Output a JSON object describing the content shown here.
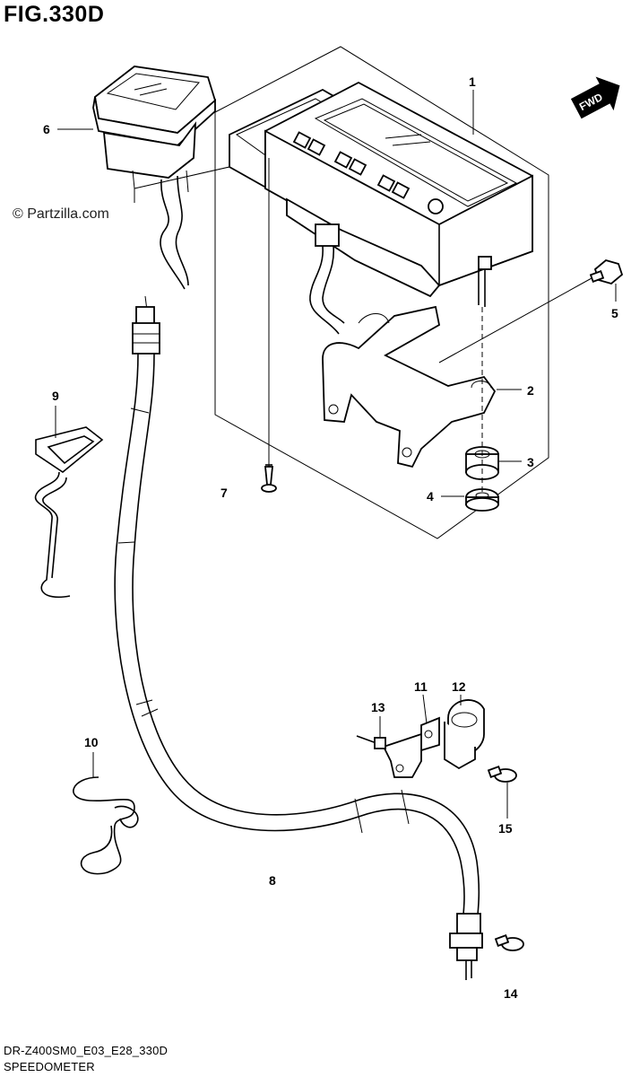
{
  "figure": {
    "title": "FIG.330D",
    "watermark": "© Partzilla.com",
    "footer_code": "DR-Z400SM0_E03_E28_330D",
    "footer_name": "SPEEDOMETER",
    "direction_label": "FWD"
  },
  "callouts": [
    {
      "id": "c1",
      "label": "1"
    },
    {
      "id": "c2",
      "label": "2"
    },
    {
      "id": "c3",
      "label": "3"
    },
    {
      "id": "c4",
      "label": "4"
    },
    {
      "id": "c5",
      "label": "5"
    },
    {
      "id": "c6",
      "label": "6"
    },
    {
      "id": "c7",
      "label": "7"
    },
    {
      "id": "c8",
      "label": "8"
    },
    {
      "id": "c9",
      "label": "9"
    },
    {
      "id": "c10",
      "label": "10"
    },
    {
      "id": "c11",
      "label": "11"
    },
    {
      "id": "c12",
      "label": "12"
    },
    {
      "id": "c13",
      "label": "13"
    },
    {
      "id": "c14",
      "label": "14"
    },
    {
      "id": "c15",
      "label": "15"
    }
  ]
}
